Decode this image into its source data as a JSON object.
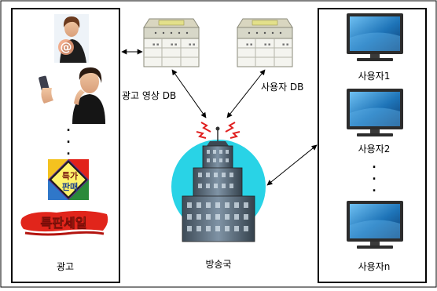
{
  "ads_panel": {
    "label": "광고",
    "ellipsis": ".",
    "badge_text": [
      "특가",
      "판매"
    ],
    "sale_banner_text": "특판세일"
  },
  "databases": [
    {
      "label": "광고 영상 DB"
    },
    {
      "label": "사용자 DB"
    }
  ],
  "broadcaster": {
    "label": "방송국"
  },
  "users_panel": {
    "users": [
      {
        "label": "사용자1"
      },
      {
        "label": "사용자2"
      },
      {
        "label": "사용자n"
      }
    ],
    "ellipsis": "."
  },
  "colors": {
    "panel_border": "#000000",
    "building_circle": "#29d3e6",
    "building_glass": "#5a6e80",
    "signal": "#e02020",
    "db_body": "#d7d7c8",
    "db_lid": "#e3e08a",
    "monitor_screen": "#1e74b8",
    "sale_banner": "#e1251b",
    "sale_text": "#ffe45c"
  }
}
